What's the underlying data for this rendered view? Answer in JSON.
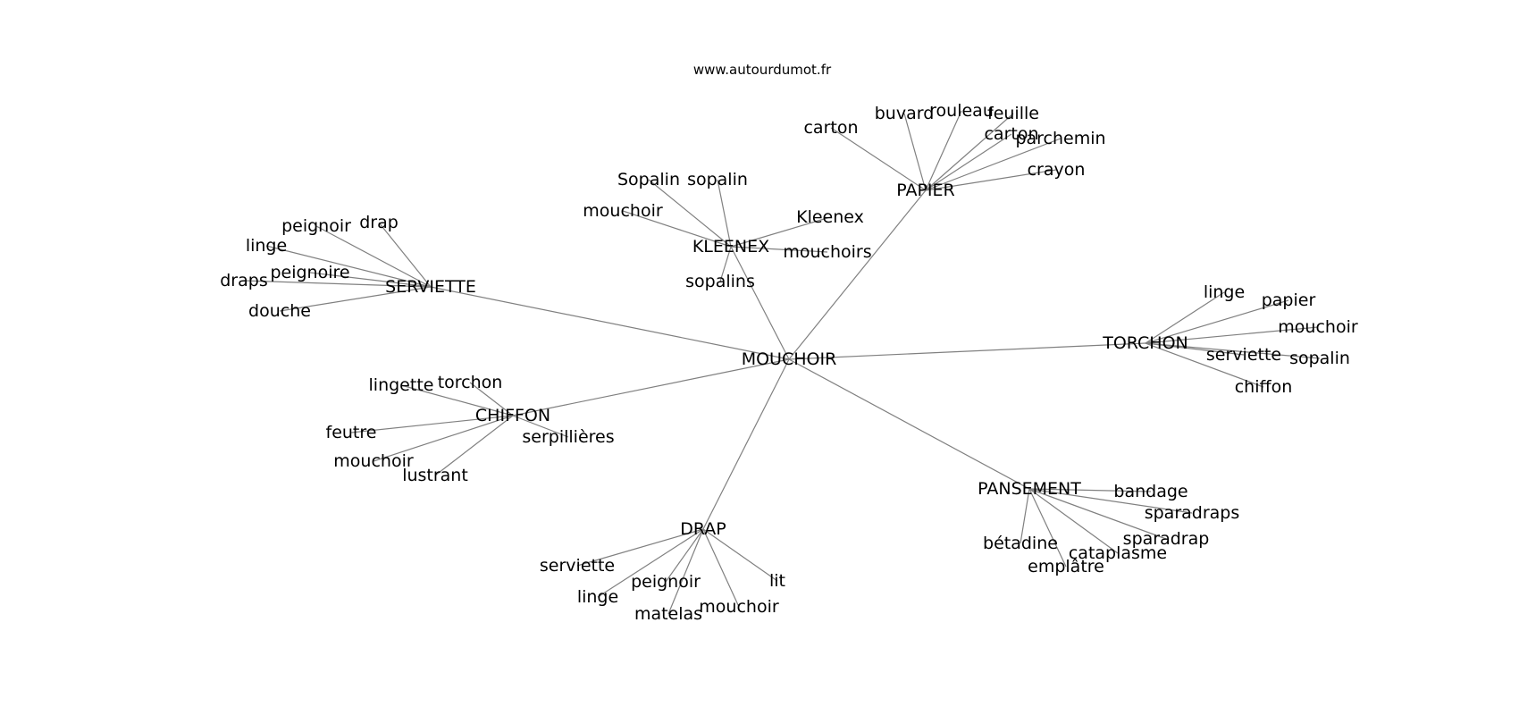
{
  "credit": "www.autourdumot.fr",
  "colors": {
    "edge": "#808080",
    "text": "#000000",
    "background": "#ffffff"
  },
  "center": "MOUCHOIR",
  "hubs": [
    {
      "label": "PAPIER",
      "words": [
        "carton",
        "buvard",
        "rouleau",
        "feuille",
        "carton",
        "parchemin",
        "crayon"
      ]
    },
    {
      "label": "KLEENEX",
      "words": [
        "Sopalin",
        "sopalin",
        "mouchoir",
        "Kleenex",
        "mouchoirs",
        "sopalins"
      ]
    },
    {
      "label": "SERVIETTE",
      "words": [
        "peignoir",
        "drap",
        "linge",
        "peignoire",
        "draps",
        "douche"
      ]
    },
    {
      "label": "TORCHON",
      "words": [
        "linge",
        "papier",
        "mouchoir",
        "serviette",
        "sopalin",
        "chiffon"
      ]
    },
    {
      "label": "CHIFFON",
      "words": [
        "lingette",
        "torchon",
        "feutre",
        "serpillières",
        "mouchoir",
        "lustrant"
      ]
    },
    {
      "label": "PANSEMENT",
      "words": [
        "bandage",
        "sparadraps",
        "sparadrap",
        "bétadine",
        "cataplasme",
        "emplâtre"
      ]
    },
    {
      "label": "DRAP",
      "words": [
        "serviette",
        "lit",
        "peignoir",
        "linge",
        "mouchoir",
        "matelas"
      ]
    }
  ]
}
